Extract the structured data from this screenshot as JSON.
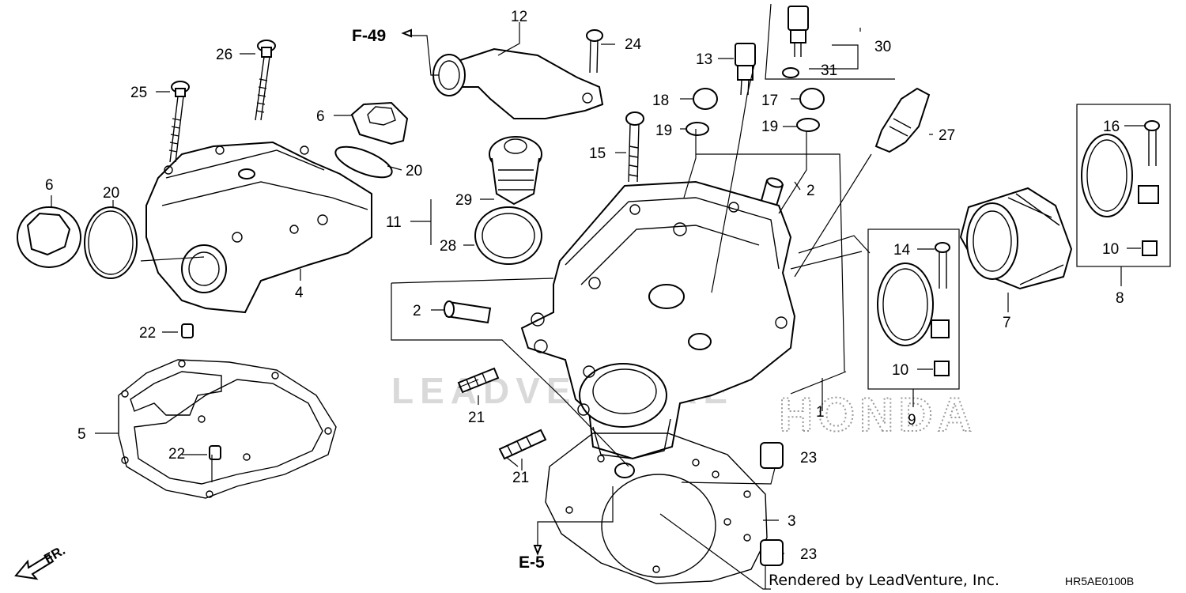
{
  "callouts": [
    {
      "id": "c1",
      "label": "1"
    },
    {
      "id": "c2a",
      "label": "2"
    },
    {
      "id": "c2b",
      "label": "2"
    },
    {
      "id": "c3",
      "label": "3"
    },
    {
      "id": "c4",
      "label": "4"
    },
    {
      "id": "c5",
      "label": "5"
    },
    {
      "id": "c6a",
      "label": "6"
    },
    {
      "id": "c6b",
      "label": "6"
    },
    {
      "id": "c7",
      "label": "7"
    },
    {
      "id": "c8",
      "label": "8"
    },
    {
      "id": "c9",
      "label": "9"
    },
    {
      "id": "c10a",
      "label": "10"
    },
    {
      "id": "c10b",
      "label": "10"
    },
    {
      "id": "c11",
      "label": "11"
    },
    {
      "id": "c12",
      "label": "12"
    },
    {
      "id": "c13",
      "label": "13"
    },
    {
      "id": "c14",
      "label": "14"
    },
    {
      "id": "c15",
      "label": "15"
    },
    {
      "id": "c16",
      "label": "16"
    },
    {
      "id": "c17",
      "label": "17"
    },
    {
      "id": "c18",
      "label": "18"
    },
    {
      "id": "c19a",
      "label": "19"
    },
    {
      "id": "c19b",
      "label": "19"
    },
    {
      "id": "c20a",
      "label": "20"
    },
    {
      "id": "c20b",
      "label": "20"
    },
    {
      "id": "c21a",
      "label": "21"
    },
    {
      "id": "c21b",
      "label": "21"
    },
    {
      "id": "c22a",
      "label": "22"
    },
    {
      "id": "c22b",
      "label": "22"
    },
    {
      "id": "c23a",
      "label": "23"
    },
    {
      "id": "c23b",
      "label": "23"
    },
    {
      "id": "c24",
      "label": "24"
    },
    {
      "id": "c25",
      "label": "25"
    },
    {
      "id": "c26",
      "label": "26"
    },
    {
      "id": "c27",
      "label": "27"
    },
    {
      "id": "c28",
      "label": "28"
    },
    {
      "id": "c29",
      "label": "29"
    },
    {
      "id": "c30",
      "label": "30"
    },
    {
      "id": "c31",
      "label": "31"
    }
  ],
  "references": {
    "f49": "F-49",
    "e5": "E-5"
  },
  "direction": "FR.",
  "credit": "Rendered by LeadVenture, Inc.",
  "diagram_code": "HR5AE0100B",
  "watermark": "LEADVENTURE",
  "brand": "HONDA"
}
